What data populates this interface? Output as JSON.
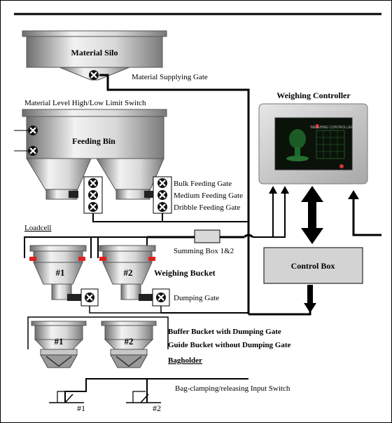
{
  "labels": {
    "material_silo": "Material Silo",
    "material_supplying_gate": "Material Supplying Gate",
    "level_switch": "Material Level High/Low Limit Switch",
    "feeding_bin": "Feeding Bin",
    "bulk_gate": "Bulk Feeding Gate",
    "medium_gate": "Medium Feeding Gate",
    "dribble_gate": "Dribble Feeding Gate",
    "loadcell": "Loadcell",
    "summing_box": "Summing Box 1&2",
    "weighing_bucket": "Weighing Bucket",
    "dumping_gate": "Dumping Gate",
    "buffer_bucket": "Buffer Bucket with Dumping Gate",
    "guide_bucket": "Guide Bucket without Dumping Gate",
    "bagholder": "Bagholder",
    "bag_switch": "Bag-clamping/releasing Input Switch",
    "weighing_controller": "Weighing Controller",
    "control_box": "Control Box",
    "bucket_1": "#1",
    "bucket_2": "#2",
    "switch_1": "#1",
    "switch_2": "#2",
    "screen_title": "WEIGHING CONTROLLER"
  },
  "colors": {
    "metal_light": "#e8e8e8",
    "metal_dark": "#7a7a7a",
    "control_box": "#d3d3d3",
    "screen": "#0a120a",
    "loadcell_red": "#e02020"
  }
}
